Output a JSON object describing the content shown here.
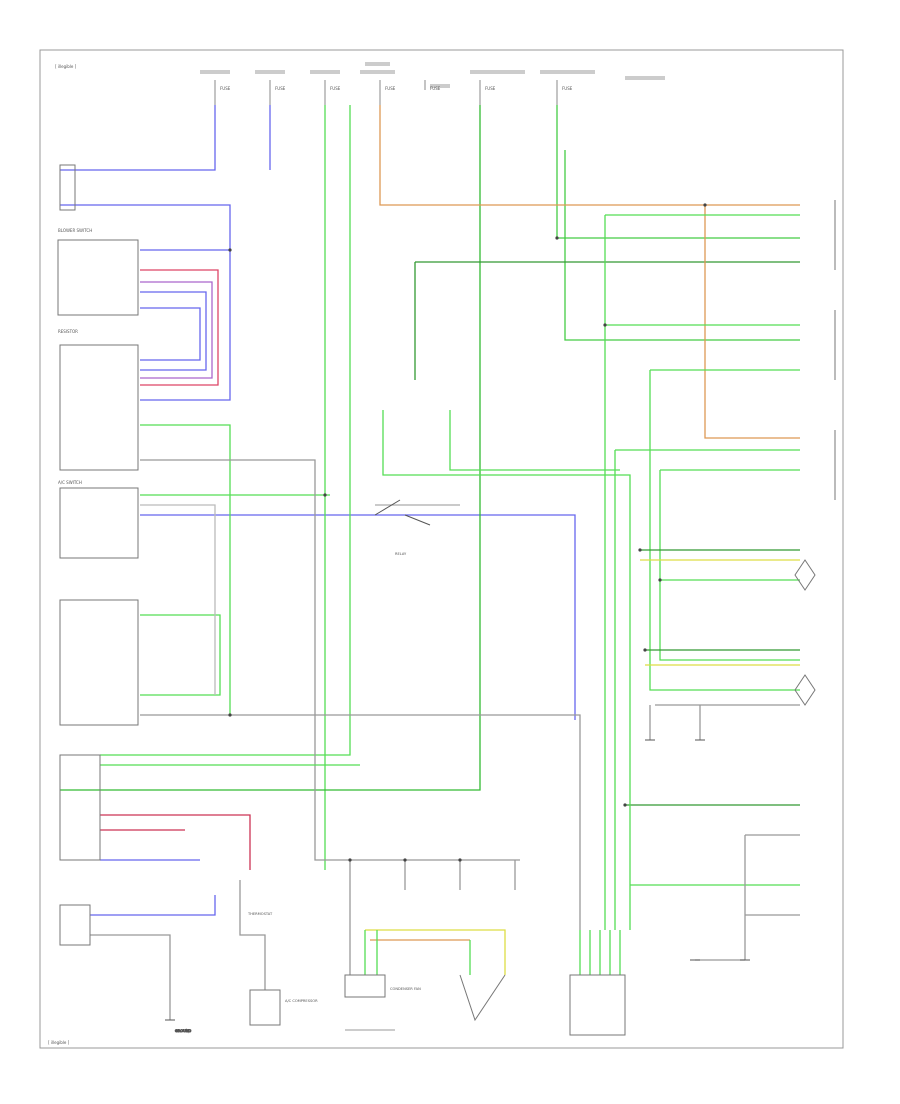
{
  "diagram": {
    "title": "[ illegible ]",
    "footer": "[ illegible ]"
  },
  "fuses": [
    "FUSE",
    "FUSE",
    "FUSE",
    "FUSE",
    "FUSE",
    "FUSE",
    "FUSE"
  ],
  "components": {
    "blower_switch": "BLOWER SWITCH",
    "a_c_switch": "A/C SWITCH",
    "thermostat": "THERMOSTAT",
    "relay": "RELAY",
    "compressor_clutch": "A/C COMPRESSOR",
    "condenser_fan": "CONDENSER FAN",
    "resistor": "RESISTOR",
    "ground": "GROUND"
  },
  "wire_colors": {
    "blue": "#5555ee",
    "green": "#44dd44",
    "dark_green": "#229922",
    "orange": "#dd9944",
    "gray": "#999999",
    "red": "#cc3355",
    "yellow": "#dddd44",
    "purple": "#9955cc"
  }
}
